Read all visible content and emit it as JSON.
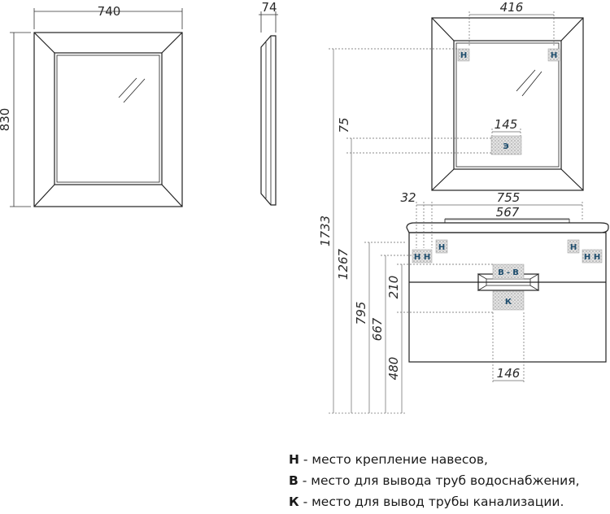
{
  "dimensions": {
    "mirror_width": "740",
    "mirror_depth": "74",
    "mirror_height": "830",
    "mount_spacing": "416",
    "outlet_width": "145",
    "outlet_offset": "75",
    "total_height": "1733",
    "outlet_height": "1267",
    "cabinet_top_height": "795",
    "mount_height": "667",
    "water_height": "480",
    "water_zone": "210",
    "basin_width": "755",
    "cabinet_width": "567",
    "side_offset": "32",
    "drain_width": "146"
  },
  "markers": {
    "mount": "Н",
    "outlet": "Э",
    "water": "В",
    "water_sep": "-",
    "drain": "К"
  },
  "legend": [
    {
      "key": "Н",
      "text": " - место крепление навесов,"
    },
    {
      "key": "В",
      "text": " - место для вывода труб водоснабжения,"
    },
    {
      "key": "К",
      "text": " - место для вывод трубы канализации."
    }
  ]
}
